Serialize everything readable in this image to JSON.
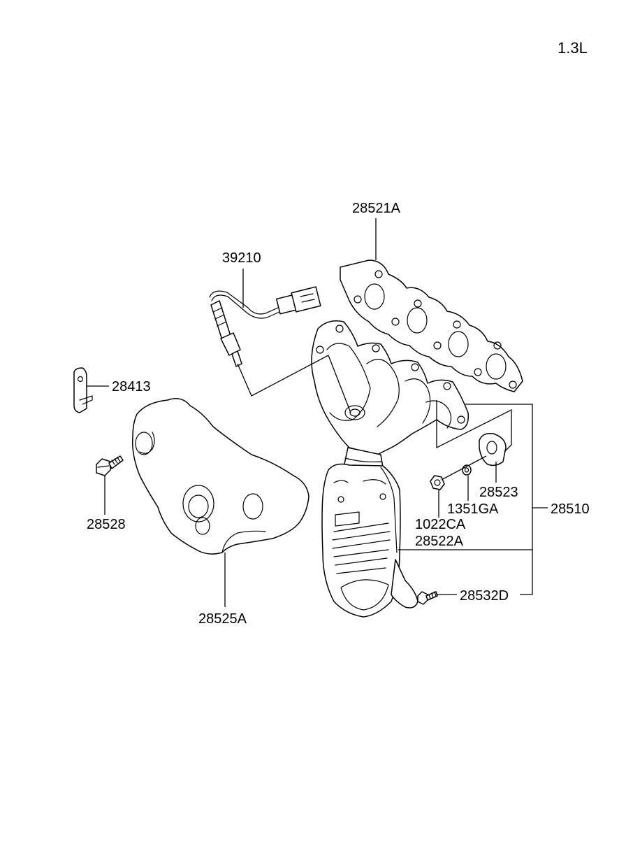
{
  "engine_label": "1.3L",
  "parts": {
    "p28521A": "28521A",
    "p39210": "39210",
    "p28413": "28413",
    "p28528": "28528",
    "p28525A": "28525A",
    "p28523": "28523",
    "p1351GA": "1351GA",
    "p1022CA": "1022CA",
    "p28522A": "28522A",
    "p28510": "28510",
    "p28532D": "28532D"
  }
}
